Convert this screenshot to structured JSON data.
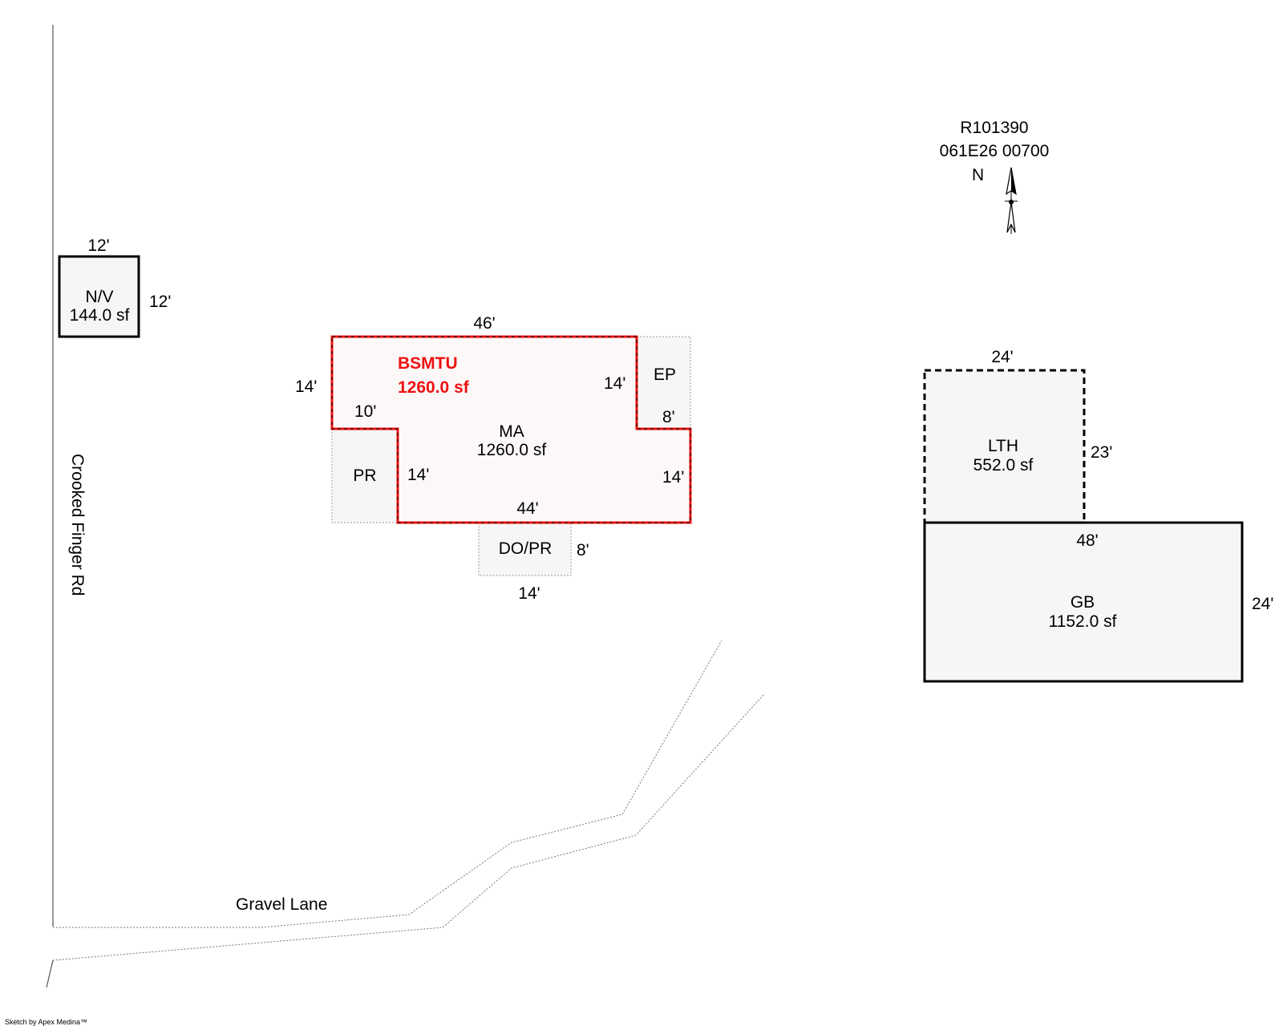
{
  "parcel": {
    "account": "R101390",
    "map_tax_lot": "061E26 00700",
    "north_label": "N"
  },
  "roads": {
    "crooked_finger": "Crooked Finger Rd",
    "gravel_lane": "Gravel Lane"
  },
  "buildings": {
    "nv": {
      "code": "N/V",
      "area": "144.0 sf",
      "dim_top": "12'",
      "dim_right": "12'"
    },
    "basement": {
      "code": "BSMTU",
      "area": "1260.0 sf",
      "color": "#ee1111"
    },
    "main": {
      "code": "MA",
      "area": "1260.0 sf",
      "dim_top": "46'",
      "dim_left": "14'",
      "dim_step_left": "10'",
      "dim_step_right_upper": "14'",
      "dim_step_right_lower": "8'",
      "dim_inner_left": "14'",
      "dim_inner_right": "14'",
      "dim_bottom": "44'"
    },
    "ep": {
      "code": "EP"
    },
    "pr": {
      "code": "PR"
    },
    "dopr": {
      "code": "DO/PR",
      "dim_right": "8'",
      "dim_bottom": "14'"
    },
    "lth": {
      "code": "LTH",
      "area": "552.0 sf",
      "dim_top": "24'",
      "dim_right": "23'"
    },
    "gb": {
      "code": "GB",
      "area": "1152.0 sf",
      "dim_top": "48'",
      "dim_right": "24'"
    }
  },
  "footer": {
    "credit": "Sketch by Apex Medina™"
  }
}
